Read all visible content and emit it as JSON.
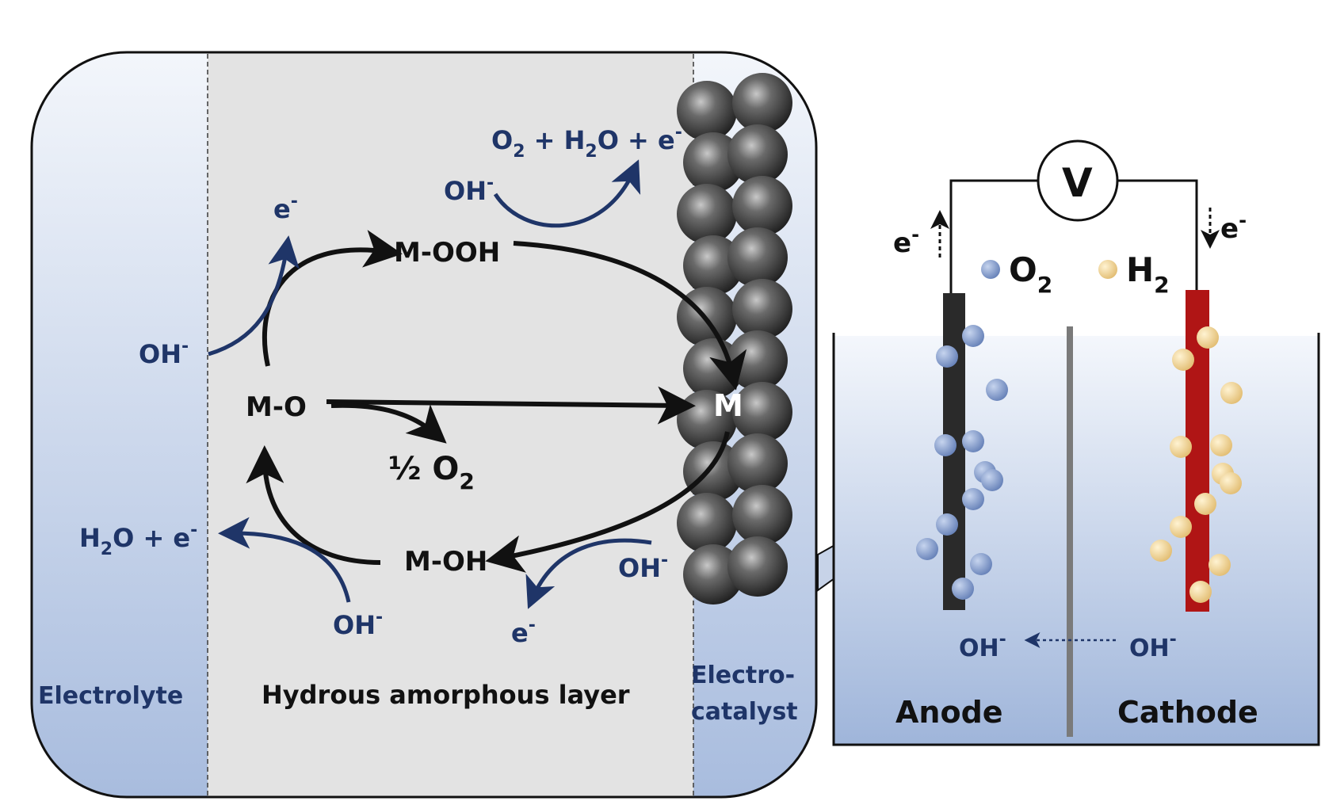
{
  "regions": {
    "electrolyte": "Electrolyte",
    "hydrous_layer": "Hydrous amorphous layer",
    "electrocatalyst_line1": "Electro-",
    "electrocatalyst_line2": "catalyst"
  },
  "species": {
    "m_ooh": "M-OOH",
    "m_o": "M-O",
    "m": "M",
    "m_oh": "M-OH",
    "half": "½ O",
    "half_sub": "2"
  },
  "reactants": {
    "oh": "OH",
    "minus": "-",
    "e": "e",
    "product_top": {
      "o": "O",
      "o_sub": "2",
      "plus_h": " + H",
      "h_sub": "2",
      "o_e": "O + e"
    },
    "product_left": {
      "h": "H",
      "h_sub": "2",
      "o_e": "O + e"
    }
  },
  "cell": {
    "voltmeter": "V",
    "o2": "O",
    "o2_sub": "2",
    "h2": "H",
    "h2_sub": "2",
    "anode": "Anode",
    "cathode": "Cathode",
    "oh": "OH"
  },
  "colors": {
    "arrow_black": "#111111",
    "arrow_blue": "#1f3568",
    "label_blue": "#1f3568",
    "o2_bubble": "#7f98c8",
    "h2_bubble": "#f0d496",
    "anode": "#2a2a2a",
    "cathode": "#b01515",
    "hydrous_layer": "#e3e3e3",
    "electrolyte_top": "#eef2f8",
    "electrolyte_bottom": "#a8bcde"
  }
}
